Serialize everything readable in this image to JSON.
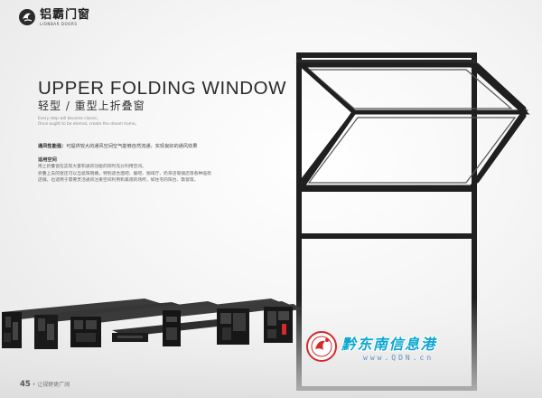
{
  "brand": {
    "name_cn": "铝霸门窗",
    "name_en": "LIONBAR DOORS"
  },
  "title": {
    "en": "UPPER FOLDING WINDOW",
    "cn": "轻型 / 重型上折叠窗"
  },
  "tagline": [
    "Every step will become classic,",
    "Once ought to be eternal, create the dream home。"
  ],
  "ventilation": {
    "label": "通风性能强：",
    "text": "可提供较大的通风空间空气能够自然流通，实现良好的通风效果"
  },
  "usage": {
    "heading": "适用空间",
    "lines": [
      "用上折叠窗在实现大量积通风功能的同时充分利用空间。",
      "折叠上去的窗还可以当遮阳雨棚，特别适合酒吧、餐吧、咖啡厅、奶茶店靠铺店等各种临街",
      "店铺，也适用于需要灵活通风注重空间利用和美观的场所，如住宅的阳台、飘窗等。"
    ]
  },
  "footer": {
    "page_number": "45",
    "text": "• 让规野更广阔"
  },
  "watermark": {
    "cn": "黔东南信息港",
    "url": "www.QDN.cn"
  },
  "colors": {
    "frame": "#1e1e1e",
    "accent": "#0aa6d0",
    "seal_red": "#d32a2a"
  }
}
